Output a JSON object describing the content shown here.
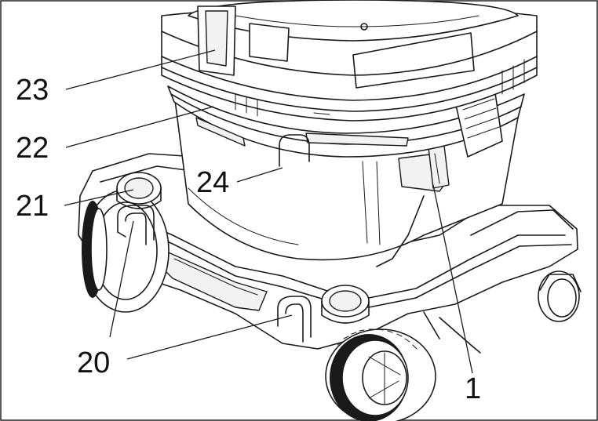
{
  "figure": {
    "description_source": "exploded-style line drawing of a wet/dry vacuum cleaner base with numbered callouts",
    "callouts": [
      {
        "id": "c23",
        "label": "23"
      },
      {
        "id": "c22",
        "label": "22"
      },
      {
        "id": "c21",
        "label": "21"
      },
      {
        "id": "c24",
        "label": "24"
      },
      {
        "id": "c20",
        "label": "20"
      },
      {
        "id": "c1",
        "label": "1"
      }
    ]
  },
  "colors": {
    "line": "#1a1a1a",
    "background": "#ffffff"
  }
}
